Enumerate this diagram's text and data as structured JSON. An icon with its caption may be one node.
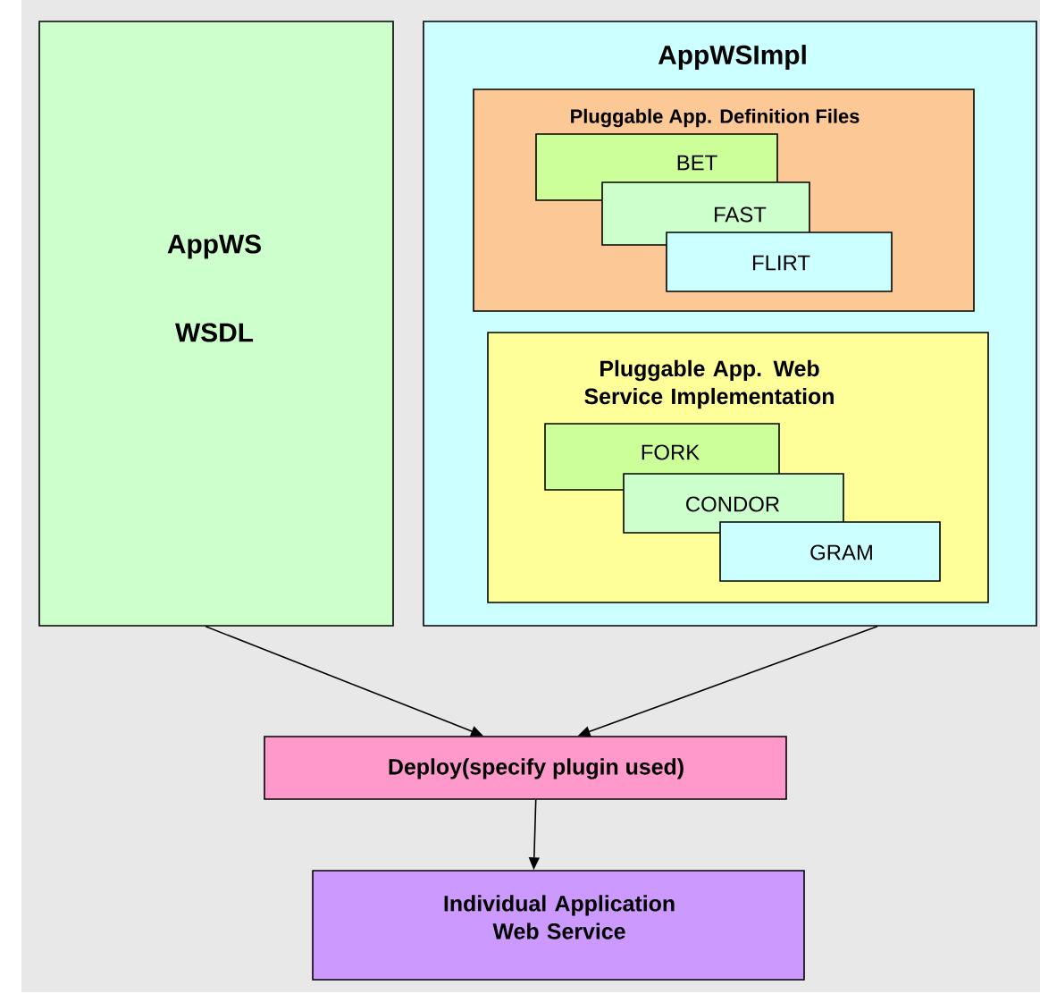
{
  "diagram": {
    "nodes": [
      {
        "text": [
          "AppWS",
          "WSDL"
        ]
      },
      {
        "text": [
          "AppWSImpl"
        ]
      },
      {
        "text": [
          "Pluggable App. Definition Files"
        ],
        "in": 1
      },
      {
        "text": [
          "BET"
        ],
        "in": 2
      },
      {
        "text": [
          "FAST"
        ],
        "in": 2
      },
      {
        "text": [
          "FLIRT"
        ],
        "in": 2
      },
      {
        "text": [
          "Pluggable App. Web Service Implementation"
        ],
        "in": 1
      },
      {
        "text": [
          "FORK"
        ],
        "in": 6
      },
      {
        "text": [
          "CONDOR"
        ],
        "in": 6
      },
      {
        "text": [
          "GRAM"
        ],
        "in": 6
      },
      {
        "text": [
          "Deploy(specify plugin used)"
        ]
      },
      {
        "text": [
          "Individual Application Web Service"
        ]
      }
    ],
    "edges": [
      {
        "from": 0,
        "to": 10,
        "arrow": "to"
      },
      {
        "from": 1,
        "to": 10,
        "arrow": "to"
      },
      {
        "from": 10,
        "to": 11,
        "arrow": "to"
      }
    ]
  }
}
